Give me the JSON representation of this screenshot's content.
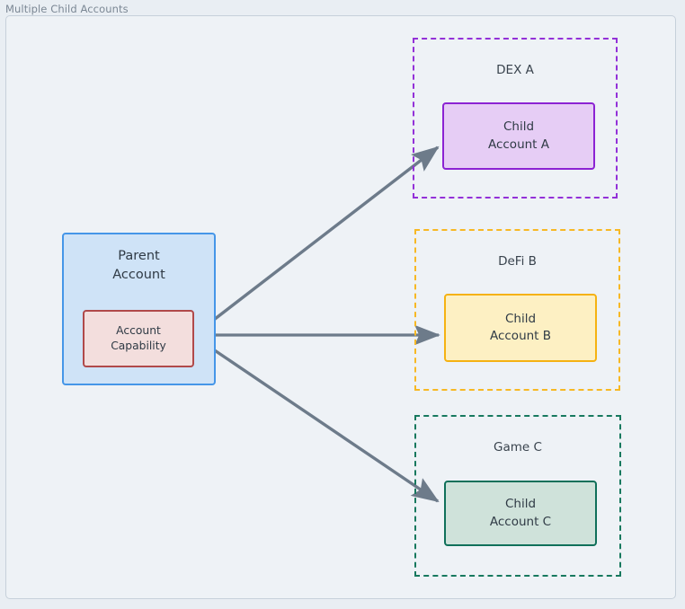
{
  "diagram": {
    "title": "Multiple Child Accounts",
    "background": "#eef2f6",
    "frame_border": "#c6d0da"
  },
  "parent": {
    "label_line_1": "Parent",
    "label_line_2": "Account",
    "fill": "#cfe3f7",
    "stroke": "#4596e8",
    "capability": {
      "label_line_1": "Account",
      "label_line_2": "Capability",
      "fill": "#f3dedd",
      "stroke": "#b0494a"
    }
  },
  "groups": [
    {
      "name": "dex-a",
      "label": "DEX A",
      "stroke": "#9331d8",
      "child": {
        "label_line_1": "Child",
        "label_line_2": "Account A",
        "fill": "#e6cdf5",
        "stroke": "#8c23d3"
      }
    },
    {
      "name": "defi-b",
      "label": "DeFi B",
      "stroke": "#f7b824",
      "child": {
        "label_line_1": "Child",
        "label_line_2": "Account B",
        "fill": "#fdf0c3",
        "stroke": "#f5b212"
      }
    },
    {
      "name": "game-c",
      "label": "Game C",
      "stroke": "#17795e",
      "child": {
        "label_line_1": "Child",
        "label_line_2": "Account C",
        "fill": "#cfe2da",
        "stroke": "#10705a"
      }
    }
  ],
  "connectors": {
    "color": "#6d7b8a",
    "edges": [
      {
        "name": "capability-to-child-a",
        "from": "account-capability",
        "to": "child-account-a"
      },
      {
        "name": "capability-to-child-b",
        "from": "account-capability",
        "to": "child-account-b"
      },
      {
        "name": "capability-to-child-c",
        "from": "account-capability",
        "to": "child-account-c"
      }
    ]
  }
}
